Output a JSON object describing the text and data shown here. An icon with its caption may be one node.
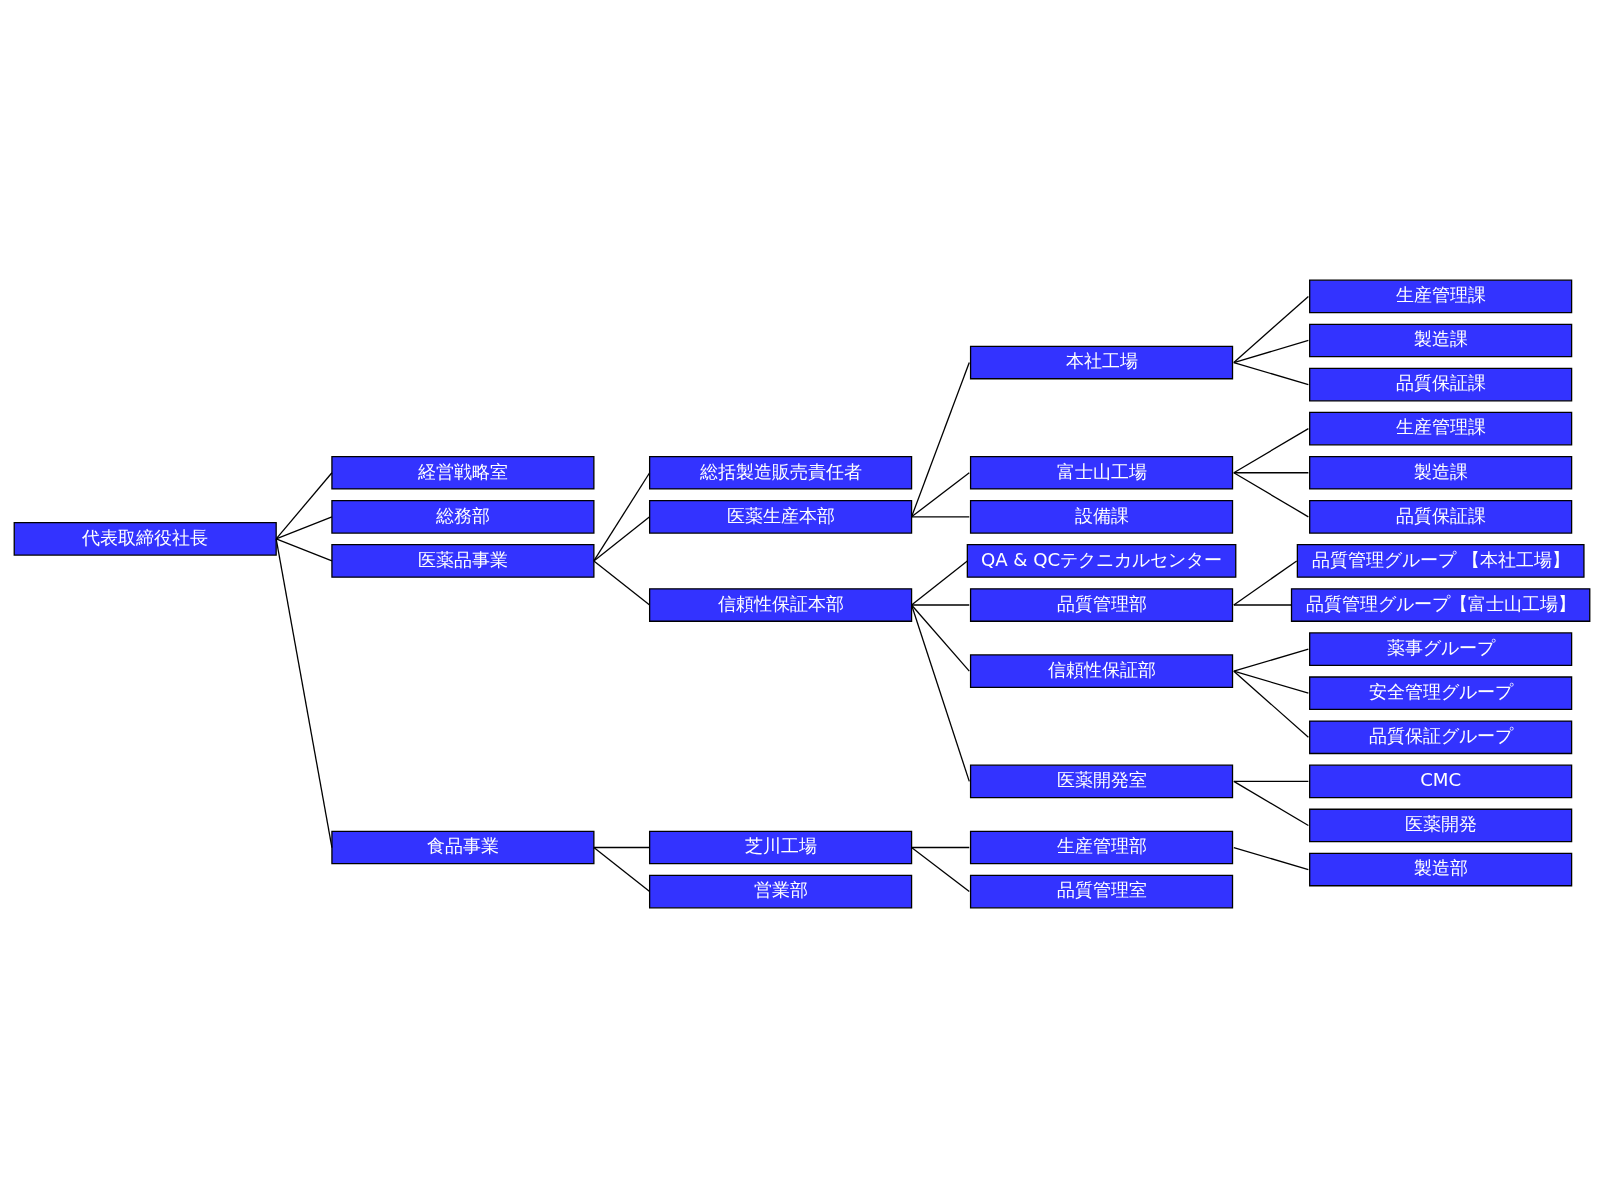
{
  "diagram": {
    "nodes": [
      {
        "text": [
          "代表取締役社長"
        ]
      },
      {
        "text": [
          "経営戦略室"
        ]
      },
      {
        "text": [
          "総務部"
        ]
      },
      {
        "text": [
          "医薬品事業"
        ]
      },
      {
        "text": [
          "総括製造販売責任者"
        ]
      },
      {
        "text": [
          "医薬生産本部"
        ]
      },
      {
        "text": [
          "本社工場"
        ]
      },
      {
        "text": [
          "生産管理課"
        ]
      },
      {
        "text": [
          "製造課"
        ]
      },
      {
        "text": [
          "品質保証課"
        ]
      },
      {
        "text": [
          "富士山工場"
        ]
      },
      {
        "text": [
          "生産管理課"
        ]
      },
      {
        "text": [
          "製造課"
        ]
      },
      {
        "text": [
          "品質保証課"
        ]
      },
      {
        "text": [
          "設備課"
        ]
      },
      {
        "text": [
          "信頼性保証本部"
        ]
      },
      {
        "text": [
          "QA & QCテクニカルセンター"
        ]
      },
      {
        "text": [
          "品質管理部"
        ]
      },
      {
        "text": [
          "品質管理グループ 【本社工場】"
        ]
      },
      {
        "text": [
          "品質管理グループ【富士山工場】"
        ]
      },
      {
        "text": [
          "信頼性保証部"
        ]
      },
      {
        "text": [
          "薬事グループ"
        ]
      },
      {
        "text": [
          "安全管理グループ"
        ]
      },
      {
        "text": [
          "品質保証グループ"
        ]
      },
      {
        "text": [
          "医薬開発室"
        ]
      },
      {
        "text": [
          "CMC"
        ]
      },
      {
        "text": [
          "医薬開発"
        ]
      },
      {
        "text": [
          "食品事業"
        ]
      },
      {
        "text": [
          "芝川工場"
        ]
      },
      {
        "text": [
          "生産管理部"
        ]
      },
      {
        "text": [
          "製造部"
        ]
      },
      {
        "text": [
          "品質管理室"
        ]
      },
      {
        "text": [
          "営業部"
        ]
      }
    ],
    "edges": [
      {
        "from": 0,
        "to": 1,
        "arrow": "none"
      },
      {
        "from": 0,
        "to": 2,
        "arrow": "none"
      },
      {
        "from": 0,
        "to": 3,
        "arrow": "none"
      },
      {
        "from": 0,
        "to": 27,
        "arrow": "none"
      },
      {
        "from": 3,
        "to": 4,
        "arrow": "none"
      },
      {
        "from": 3,
        "to": 5,
        "arrow": "none"
      },
      {
        "from": 3,
        "to": 15,
        "arrow": "none"
      },
      {
        "from": 5,
        "to": 6,
        "arrow": "none"
      },
      {
        "from": 5,
        "to": 10,
        "arrow": "none"
      },
      {
        "from": 5,
        "to": 14,
        "arrow": "none"
      },
      {
        "from": 6,
        "to": 7,
        "arrow": "none"
      },
      {
        "from": 6,
        "to": 8,
        "arrow": "none"
      },
      {
        "from": 6,
        "to": 9,
        "arrow": "none"
      },
      {
        "from": 10,
        "to": 11,
        "arrow": "none"
      },
      {
        "from": 10,
        "to": 12,
        "arrow": "none"
      },
      {
        "from": 10,
        "to": 13,
        "arrow": "none"
      },
      {
        "from": 15,
        "to": 16,
        "arrow": "none"
      },
      {
        "from": 15,
        "to": 17,
        "arrow": "none"
      },
      {
        "from": 15,
        "to": 20,
        "arrow": "none"
      },
      {
        "from": 15,
        "to": 24,
        "arrow": "none"
      },
      {
        "from": 17,
        "to": 18,
        "arrow": "none"
      },
      {
        "from": 17,
        "to": 19,
        "arrow": "none"
      },
      {
        "from": 20,
        "to": 21,
        "arrow": "none"
      },
      {
        "from": 20,
        "to": 22,
        "arrow": "none"
      },
      {
        "from": 20,
        "to": 23,
        "arrow": "none"
      },
      {
        "from": 24,
        "to": 25,
        "arrow": "none"
      },
      {
        "from": 24,
        "to": 26,
        "arrow": "none"
      },
      {
        "from": 27,
        "to": 28,
        "arrow": "none"
      },
      {
        "from": 27,
        "to": 32,
        "arrow": "none"
      },
      {
        "from": 28,
        "to": 29,
        "arrow": "none"
      },
      {
        "from": 28,
        "to": 31,
        "arrow": "none"
      },
      {
        "from": 29,
        "to": 30,
        "arrow": "none"
      }
    ]
  }
}
